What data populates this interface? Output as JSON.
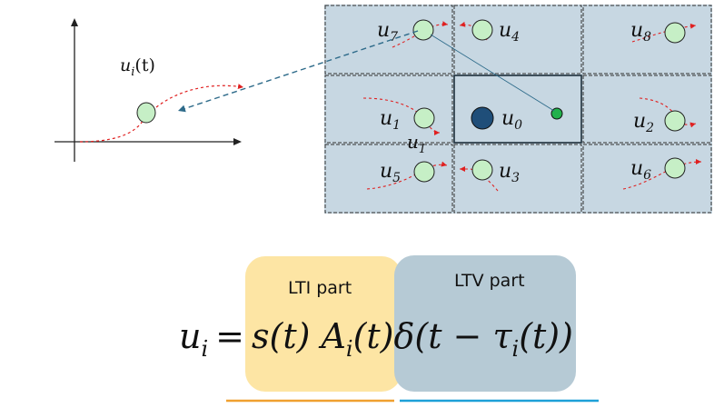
{
  "plot": {
    "signal_label": "u_i(t)",
    "signal_label_parts": {
      "base": "u",
      "sub": "i",
      "arg": "(t)"
    }
  },
  "grid": {
    "cells": [
      {
        "id": "u7",
        "base": "u",
        "sub": "7"
      },
      {
        "id": "u4",
        "base": "u",
        "sub": "4"
      },
      {
        "id": "u8",
        "base": "u",
        "sub": "8"
      },
      {
        "id": "u1",
        "base": "u",
        "sub": "1"
      },
      {
        "id": "u0",
        "base": "u",
        "sub": "0"
      },
      {
        "id": "u2",
        "base": "u",
        "sub": "2"
      },
      {
        "id": "u5",
        "base": "u",
        "sub": "5"
      },
      {
        "id": "u3",
        "base": "u",
        "sub": "3"
      },
      {
        "id": "u6",
        "base": "u",
        "sub": "6"
      }
    ],
    "stray_label": {
      "base": "u",
      "sub": "1"
    },
    "colors": {
      "cell_fill": "#c7d7e2",
      "node_fill": "#c6efc6",
      "center_node": "#1f4e79",
      "point": "#22b14c",
      "arrow": "#e02020",
      "link": "#2e6b8a"
    }
  },
  "equation": {
    "lhs": {
      "base": "u",
      "sub": "i"
    },
    "equals": "=",
    "lti_terms": {
      "s": "s(t)",
      "A": "A",
      "A_sub": "i",
      "A_arg": "(t)"
    },
    "ltv_terms": {
      "delta": "δ(t − τ",
      "tau_sub": "i",
      "tail": "(t))"
    },
    "lti_label": "LTI part",
    "ltv_label": "LTV part",
    "colors": {
      "lti_box": "#fde5a4",
      "ltv_box": "#b6cad5",
      "lti_line": "#f0a030",
      "ltv_line": "#1ea0d8"
    }
  }
}
